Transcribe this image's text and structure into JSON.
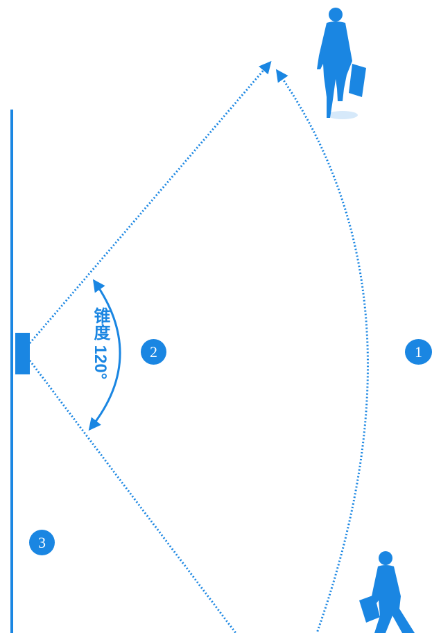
{
  "colors": {
    "primary": "#1a86e2",
    "background": "#ffffff",
    "marker_text": "#ffffff"
  },
  "angle_label": "锥度 120°",
  "markers": [
    "1",
    "2",
    "3"
  ],
  "icons": {
    "top_figure": "walking-businessman-with-briefcase-icon",
    "bottom_figure": "walking-businessman-with-briefcase-icon"
  }
}
